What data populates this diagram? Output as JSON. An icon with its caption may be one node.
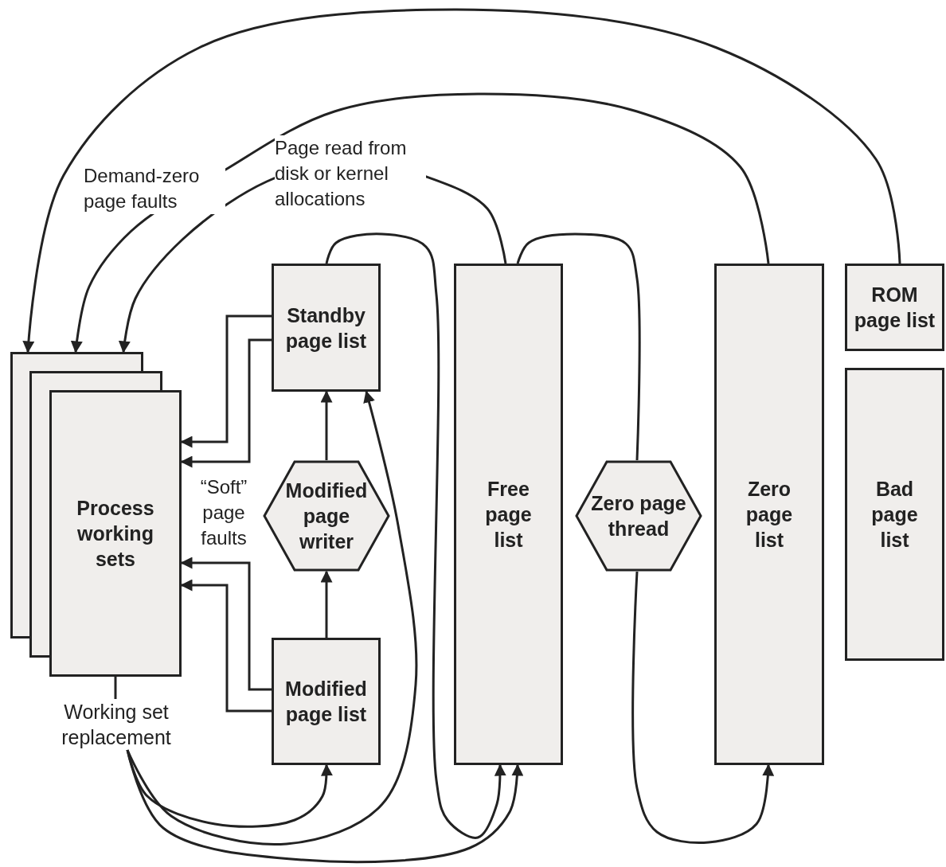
{
  "diagram": {
    "nodes": [
      {
        "text": [
          "Process working sets"
        ]
      },
      {
        "text": [
          "Standby page list"
        ]
      },
      {
        "text": [
          "Modified page writer"
        ]
      },
      {
        "text": [
          "Modified page list"
        ]
      },
      {
        "text": [
          "Free page list"
        ]
      },
      {
        "text": [
          "Zero page thread"
        ]
      },
      {
        "text": [
          "Zero page list"
        ]
      },
      {
        "text": [
          "ROM page list"
        ]
      },
      {
        "text": [
          "Bad page list"
        ]
      },
      {
        "text": [
          "Working set replacement"
        ]
      }
    ],
    "edges": [
      {
        "from": 7,
        "to": 0,
        "arrow": "to"
      },
      {
        "from": 6,
        "to": 0,
        "arrow": "to",
        "label": "Demand-zero page faults"
      },
      {
        "from": 4,
        "to": 0,
        "arrow": "to",
        "label": "Page read from disk or kernel allocations"
      },
      {
        "from": 1,
        "to": 0,
        "arrow": "to"
      },
      {
        "from": 1,
        "to": 0,
        "arrow": "to"
      },
      {
        "from": 3,
        "to": 0,
        "arrow": "to"
      },
      {
        "from": 3,
        "to": 0,
        "arrow": "to"
      },
      {
        "from": 2,
        "to": 1,
        "arrow": "to"
      },
      {
        "from": 3,
        "to": 2,
        "arrow": "to"
      },
      {
        "from": 1,
        "to": 4,
        "arrow": "to"
      },
      {
        "from": 4,
        "to": 5,
        "arrow": "none"
      },
      {
        "from": 5,
        "to": 6,
        "arrow": "to"
      },
      {
        "from": 0,
        "to": 9,
        "arrow": "none"
      },
      {
        "from": 9,
        "to": 3,
        "arrow": "to"
      },
      {
        "from": 9,
        "to": 1,
        "arrow": "to"
      },
      {
        "from": 9,
        "to": 4,
        "arrow": "to"
      }
    ],
    "labels": [
      "“Soft” page faults"
    ]
  }
}
